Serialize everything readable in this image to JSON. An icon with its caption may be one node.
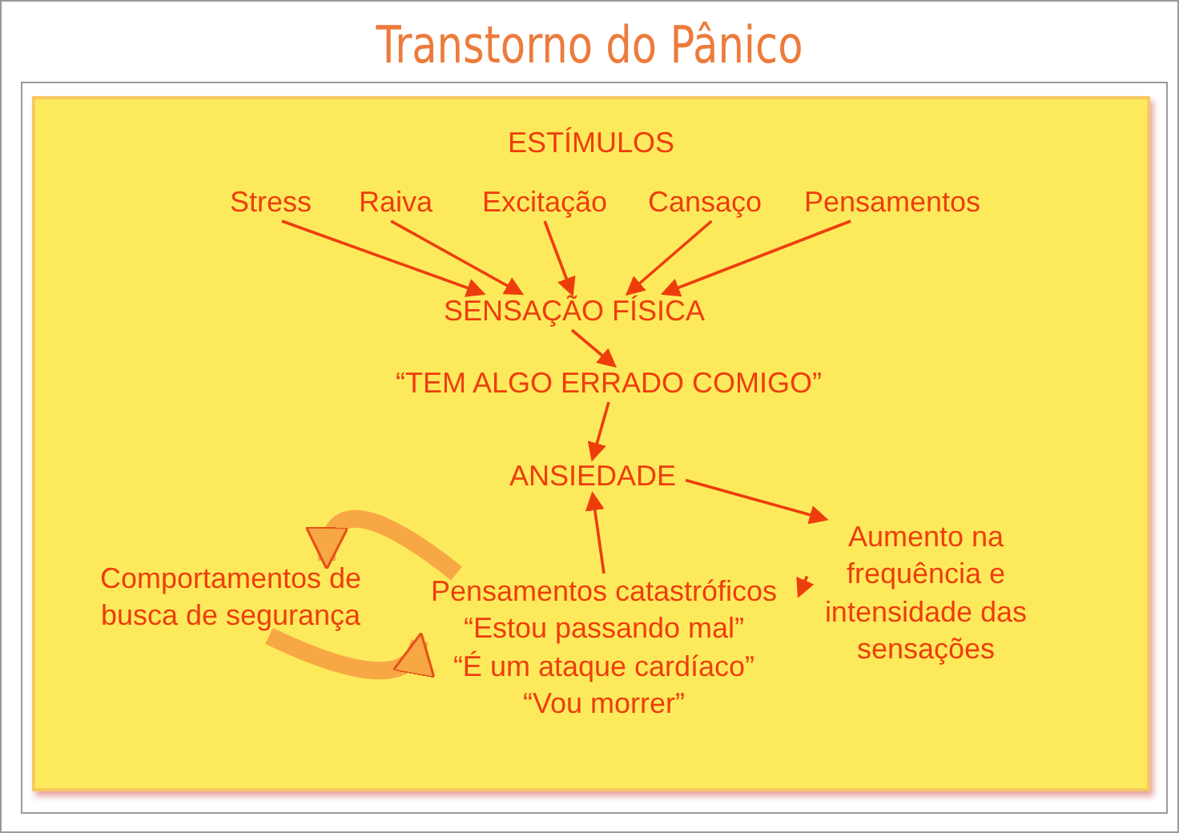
{
  "diagram": {
    "title": "Transtorno do Pânico",
    "nodes": [
      {
        "text": [
          "Stress"
        ]
      },
      {
        "text": [
          "Raiva"
        ]
      },
      {
        "text": [
          "Excitação"
        ]
      },
      {
        "text": [
          "Cansaço"
        ]
      },
      {
        "text": [
          "Pensamentos"
        ]
      },
      {
        "text": [
          "SENSAÇÃO FÍSICA"
        ]
      },
      {
        "text": [
          "“TEM ALGO ERRADO COMIGO”"
        ]
      },
      {
        "text": [
          "ANSIEDADE"
        ]
      },
      {
        "text": [
          "Aumento na frequência e intensidade das sensações"
        ]
      },
      {
        "text": [
          "Pensamentos catastróficos",
          "“Estou passando mal”",
          "“É um ataque cardíaco”",
          "“Vou morrer”"
        ]
      },
      {
        "text": [
          "Comportamentos de busca de segurança"
        ]
      }
    ],
    "edges": [
      {
        "from": 0,
        "to": 5,
        "arrow": "to"
      },
      {
        "from": 1,
        "to": 5,
        "arrow": "to"
      },
      {
        "from": 2,
        "to": 5,
        "arrow": "to"
      },
      {
        "from": 3,
        "to": 5,
        "arrow": "to"
      },
      {
        "from": 4,
        "to": 5,
        "arrow": "to"
      },
      {
        "from": 5,
        "to": 6,
        "arrow": "to"
      },
      {
        "from": 6,
        "to": 7,
        "arrow": "to"
      },
      {
        "from": 7,
        "to": 8,
        "arrow": "to"
      },
      {
        "from": 8,
        "to": 9,
        "arrow": "to"
      },
      {
        "from": 9,
        "to": 7,
        "arrow": "to"
      },
      {
        "from": 9,
        "to": 10,
        "arrow": "to",
        "style": "thick",
        "color": "#f7a845"
      },
      {
        "from": 10,
        "to": 9,
        "arrow": "to",
        "style": "thick",
        "color": "#f7a845"
      }
    ],
    "labels": [
      "ESTÍMULOS"
    ]
  }
}
